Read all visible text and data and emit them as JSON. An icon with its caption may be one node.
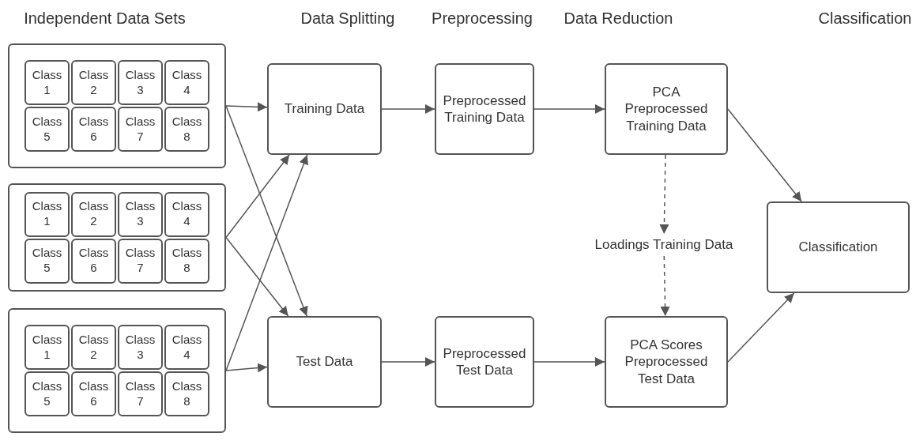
{
  "diagram": {
    "nodes": [
      {
        "text": [],
        "shape": "box"
      },
      {
        "text": [
          "Class 1"
        ],
        "in": 0
      },
      {
        "text": [
          "Class 2"
        ],
        "in": 0
      },
      {
        "text": [
          "Class 3"
        ],
        "in": 0
      },
      {
        "text": [
          "Class 4"
        ],
        "in": 0
      },
      {
        "text": [
          "Class 5"
        ],
        "in": 0
      },
      {
        "text": [
          "Class 6"
        ],
        "in": 0
      },
      {
        "text": [
          "Class 7"
        ],
        "in": 0
      },
      {
        "text": [
          "Class 8"
        ],
        "in": 0
      },
      {
        "text": [],
        "shape": "box"
      },
      {
        "text": [
          "Class 1"
        ],
        "in": 9
      },
      {
        "text": [
          "Class 2"
        ],
        "in": 9
      },
      {
        "text": [
          "Class 3"
        ],
        "in": 9
      },
      {
        "text": [
          "Class 4"
        ],
        "in": 9
      },
      {
        "text": [
          "Class 5"
        ],
        "in": 9
      },
      {
        "text": [
          "Class 6"
        ],
        "in": 9
      },
      {
        "text": [
          "Class 7"
        ],
        "in": 9
      },
      {
        "text": [
          "Class 8"
        ],
        "in": 9
      },
      {
        "text": [],
        "shape": "box"
      },
      {
        "text": [
          "Class 1"
        ],
        "in": 18
      },
      {
        "text": [
          "Class 2"
        ],
        "in": 18
      },
      {
        "text": [
          "Class 3"
        ],
        "in": 18
      },
      {
        "text": [
          "Class 4"
        ],
        "in": 18
      },
      {
        "text": [
          "Class 5"
        ],
        "in": 18
      },
      {
        "text": [
          "Class 6"
        ],
        "in": 18
      },
      {
        "text": [
          "Class 7"
        ],
        "in": 18
      },
      {
        "text": [
          "Class 8"
        ],
        "in": 18
      },
      {
        "text": [
          "Training Data"
        ]
      },
      {
        "text": [
          "Test Data"
        ]
      },
      {
        "text": [
          "Preprocessed Training Data"
        ]
      },
      {
        "text": [
          "Preprocessed Test Data"
        ]
      },
      {
        "text": [
          "PCA Preprocessed Training Data"
        ]
      },
      {
        "text": [
          "Loadings Training Data"
        ]
      },
      {
        "text": [
          "PCA Scores Preprocessed Test Data"
        ]
      },
      {
        "text": [
          "Classification"
        ]
      }
    ],
    "edges": [
      {
        "from": 0,
        "to": 27,
        "arrow": "to"
      },
      {
        "from": 0,
        "to": 28,
        "arrow": "to"
      },
      {
        "from": 9,
        "to": 27,
        "arrow": "to"
      },
      {
        "from": 9,
        "to": 28,
        "arrow": "to"
      },
      {
        "from": 18,
        "to": 27,
        "arrow": "to"
      },
      {
        "from": 18,
        "to": 28,
        "arrow": "to"
      },
      {
        "from": 27,
        "to": 29,
        "arrow": "to"
      },
      {
        "from": 28,
        "to": 30,
        "arrow": "to"
      },
      {
        "from": 29,
        "to": 31,
        "arrow": "to"
      },
      {
        "from": 30,
        "to": 33,
        "arrow": "to"
      },
      {
        "from": 31,
        "to": 32,
        "arrow": "to",
        "style": "dashed"
      },
      {
        "from": 32,
        "to": 33,
        "arrow": "to",
        "style": "dashed"
      },
      {
        "from": 31,
        "to": 34,
        "arrow": "to"
      },
      {
        "from": 33,
        "to": 34,
        "arrow": "to"
      }
    ],
    "labels": [
      "Independent Data Sets",
      "Data Splitting",
      "Preprocessing",
      "Data Reduction",
      "Classification"
    ]
  }
}
